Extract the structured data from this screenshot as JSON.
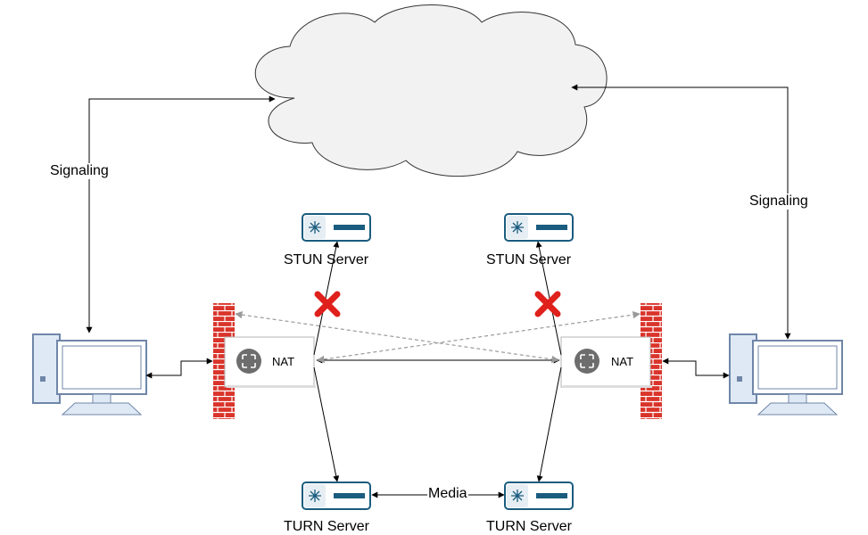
{
  "labels": {
    "signaling_left": "Signaling",
    "signaling_right": "Signaling",
    "stun_left": "STUN Server",
    "stun_right": "STUN Server",
    "turn_left": "TURN Server",
    "turn_right": "TURN Server",
    "media": "Media",
    "nat_left": "NAT",
    "nat_right": "NAT"
  },
  "icons": {
    "cloud": "cloud-icon",
    "computer": "desktop-computer-icon",
    "firewall": "brick-firewall-icon",
    "router": "router-icon",
    "server": "server-icon",
    "blocked": "red-x-icon"
  },
  "colors": {
    "cloud_fill": "#f2f2f2",
    "server_stroke": "#1a5c7f",
    "computer_fill": "#dfe9f5",
    "computer_stroke": "#6f86a8",
    "brick": "#d9342b",
    "blocked_x": "#e0201b",
    "dashed_line": "#808080"
  }
}
